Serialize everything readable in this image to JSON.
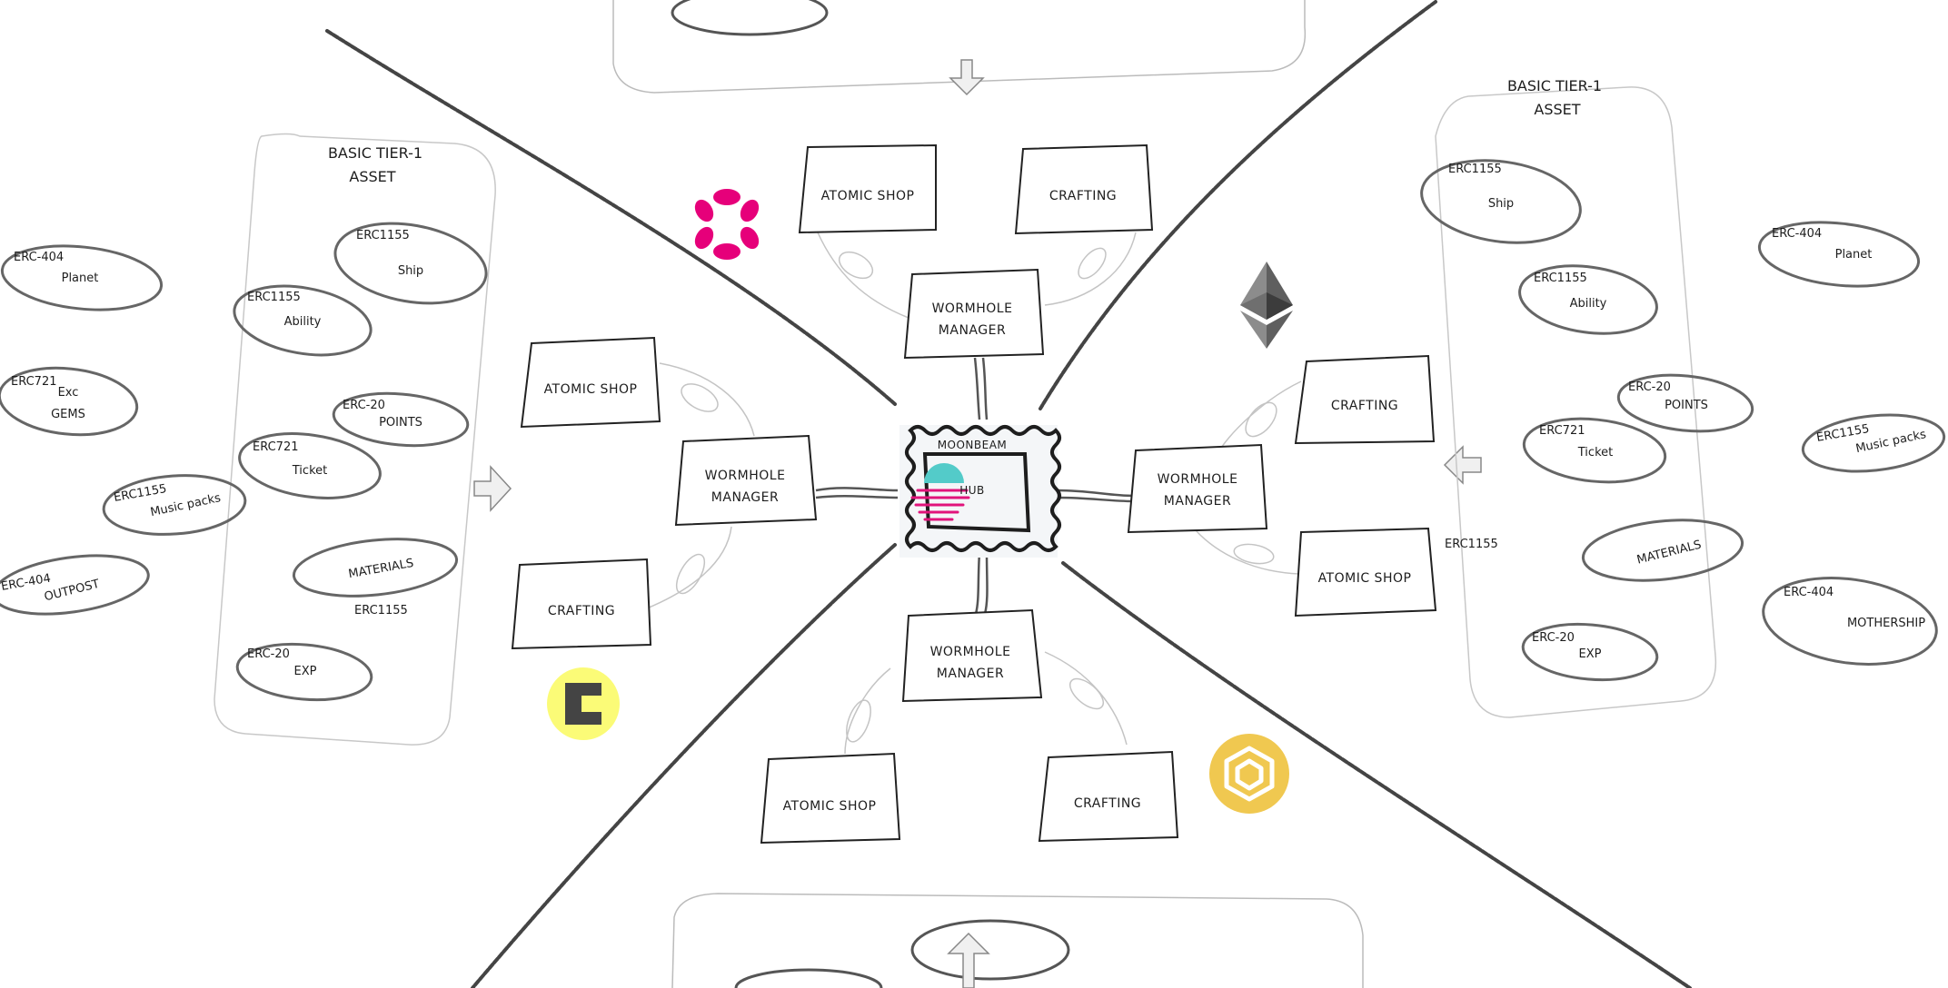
{
  "colors": {
    "erc404": "#b3202a",
    "erc1155": "#2e8b3a",
    "erc721": "#3a5bd9",
    "erc20": "#b36b12",
    "polkadot": "#e6007a",
    "ethereum": "#6f6f6f",
    "celo": "#fbfb77",
    "bnb": "#f0b90b",
    "moonbeam_cyan": "#53cbc9",
    "moonbeam_pink": "#e1147b"
  },
  "hub": {
    "line1": "MOONBEAM",
    "line2": "HUB"
  },
  "left_panel": {
    "title_line1": "BASIC TIER-1",
    "title_line2": "ASSET",
    "stray_label": "ERC1155",
    "assets": [
      {
        "standard": "ERC1155",
        "name": "Ship",
        "color_key": "erc1155"
      },
      {
        "standard": "ERC1155",
        "name": "Ability",
        "color_key": "erc1155"
      },
      {
        "standard": "ERC-20",
        "name": "POINTS",
        "color_key": "erc20"
      },
      {
        "standard": "ERC721",
        "name": "Ticket",
        "color_key": "erc721"
      },
      {
        "standard": "",
        "name": "MATERIALS",
        "color_key": ""
      },
      {
        "standard": "ERC-20",
        "name": "EXP",
        "color_key": "erc20"
      }
    ]
  },
  "left_outside": [
    {
      "standard": "ERC-404",
      "name": "Planet",
      "color_key": "erc404"
    },
    {
      "standard": "ERC721",
      "name": "Exc",
      "name2": "GEMS",
      "color_key": "erc721"
    },
    {
      "standard": "ERC1155",
      "name": "Music packs",
      "color_key": "erc1155"
    },
    {
      "standard": "ERC-404",
      "name": "OUTPOST",
      "color_key": "erc404"
    }
  ],
  "right_panel": {
    "title_line1": "BASIC TIER-1",
    "title_line2": "ASSET",
    "stray_label": "ERC1155",
    "assets": [
      {
        "standard": "ERC1155",
        "name": "Ship",
        "color_key": "erc1155"
      },
      {
        "standard": "ERC1155",
        "name": "Ability",
        "color_key": "erc1155"
      },
      {
        "standard": "ERC-20",
        "name": "POINTS",
        "color_key": "erc20"
      },
      {
        "standard": "ERC721",
        "name": "Ticket",
        "color_key": "erc721"
      },
      {
        "standard": "",
        "name": "MATERIALS",
        "color_key": ""
      },
      {
        "standard": "ERC-20",
        "name": "EXP",
        "color_key": "erc20"
      }
    ]
  },
  "right_outside": [
    {
      "standard": "ERC-404",
      "name": "Planet",
      "color_key": "erc404"
    },
    {
      "standard": "ERC1155",
      "name": "Music packs",
      "color_key": "erc1155"
    },
    {
      "standard": "ERC-404",
      "name": "MOTHERSHIP",
      "color_key": "erc404"
    }
  ],
  "clusters": {
    "top": {
      "shop": "ATOMIC SHOP",
      "crafting": "CRAFTING",
      "wormhole1": "WORMHOLE",
      "wormhole2": "MANAGER"
    },
    "left": {
      "shop": "ATOMIC SHOP",
      "crafting": "CRAFTING",
      "wormhole1": "WORMHOLE",
      "wormhole2": "MANAGER"
    },
    "right": {
      "shop": "ATOMIC SHOP",
      "crafting": "CRAFTING",
      "wormhole1": "WORMHOLE",
      "wormhole2": "MANAGER"
    },
    "bottom": {
      "shop": "ATOMIC SHOP",
      "crafting": "CRAFTING",
      "wormhole1": "WORMHOLE",
      "wormhole2": "MANAGER"
    }
  },
  "logos": [
    "polkadot-icon",
    "ethereum-icon",
    "celo-icon",
    "bnb-icon"
  ]
}
